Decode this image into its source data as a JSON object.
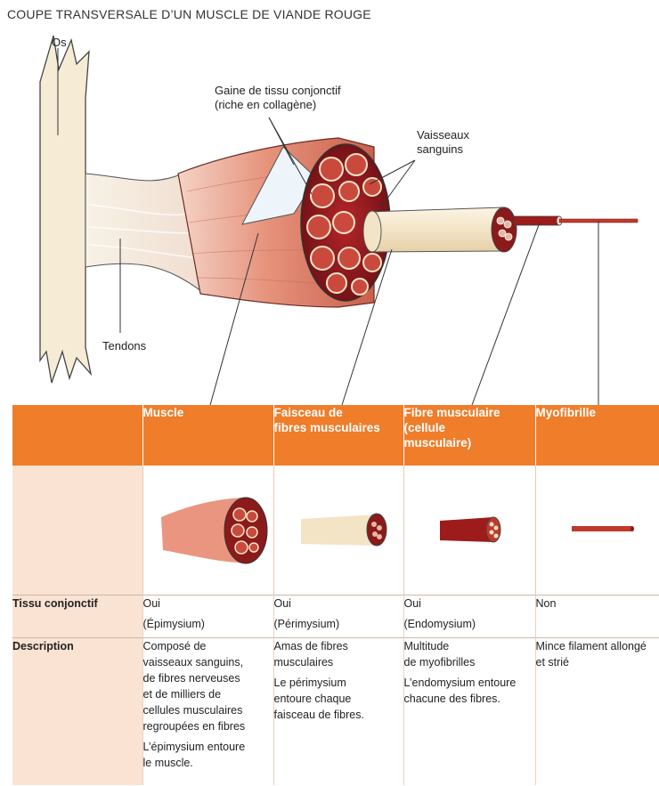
{
  "title": "COUPE TRANSVERSALE D’UN MUSCLE DE VIANDE ROUGE",
  "labels": {
    "os": "Os",
    "gaine_line1": "Gaine de tissu conjonctif",
    "gaine_line2": "(riche en collagène)",
    "vaisseaux_line1": "Vaisseaux",
    "vaisseaux_line2": "sanguins",
    "tendons": "Tendons"
  },
  "table": {
    "headers": {
      "muscle": "Muscle",
      "faisceau_line1": "Faisceau de",
      "faisceau_line2": "fibres musculaires",
      "fibre_line1": "Fibre musculaire",
      "fibre_line2": "(cellule",
      "fibre_line3": "musculaire)",
      "myofibrille": "Myofibrille"
    },
    "tissu": {
      "label": "Tissu conjonctif",
      "muscle_a": "Oui",
      "muscle_b": "(Épimysium)",
      "faisceau_a": "Oui",
      "faisceau_b": "(Périmysium)",
      "fibre_a": "Oui",
      "fibre_b": "(Endomysium)",
      "myofibrille_a": "Non"
    },
    "description": {
      "label": "Description",
      "muscle_l1": "Composé de",
      "muscle_l2": "vaisseaux sanguins,",
      "muscle_l3": "de fibres nerveuses",
      "muscle_l4": "et de milliers de",
      "muscle_l5": "cellules musculaires",
      "muscle_l6": "regroupées en fibres",
      "muscle_l7": "L’épimysium entoure",
      "muscle_l8": "le muscle.",
      "faisceau_l1": "Amas de fibres",
      "faisceau_l2": "musculaires",
      "faisceau_l3": "Le périmysium",
      "faisceau_l4": "entoure chaque",
      "faisceau_l5": "faisceau de fibres.",
      "fibre_l1": "Multitude",
      "fibre_l2": "de myofibrilles",
      "fibre_l3": "L’endomysium entoure",
      "fibre_l4": "chacune des fibres.",
      "myo_l1": "Mince filament allongé",
      "myo_l2": "et strié"
    }
  },
  "colors": {
    "orange": "#ef7d2a",
    "peach": "#fbe3d3",
    "muscle_red": "#8b1a1a",
    "muscle_pink": "#e79a86",
    "bone": "#f6ecd6"
  }
}
